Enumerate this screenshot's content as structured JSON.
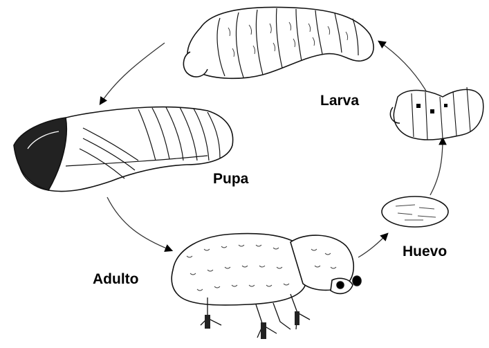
{
  "diagram": {
    "stages": {
      "larva": "Larva",
      "pupa": "Pupa",
      "huevo": "Huevo",
      "adulto": "Adulto"
    },
    "line_color": "#000000",
    "background": "#ffffff"
  }
}
